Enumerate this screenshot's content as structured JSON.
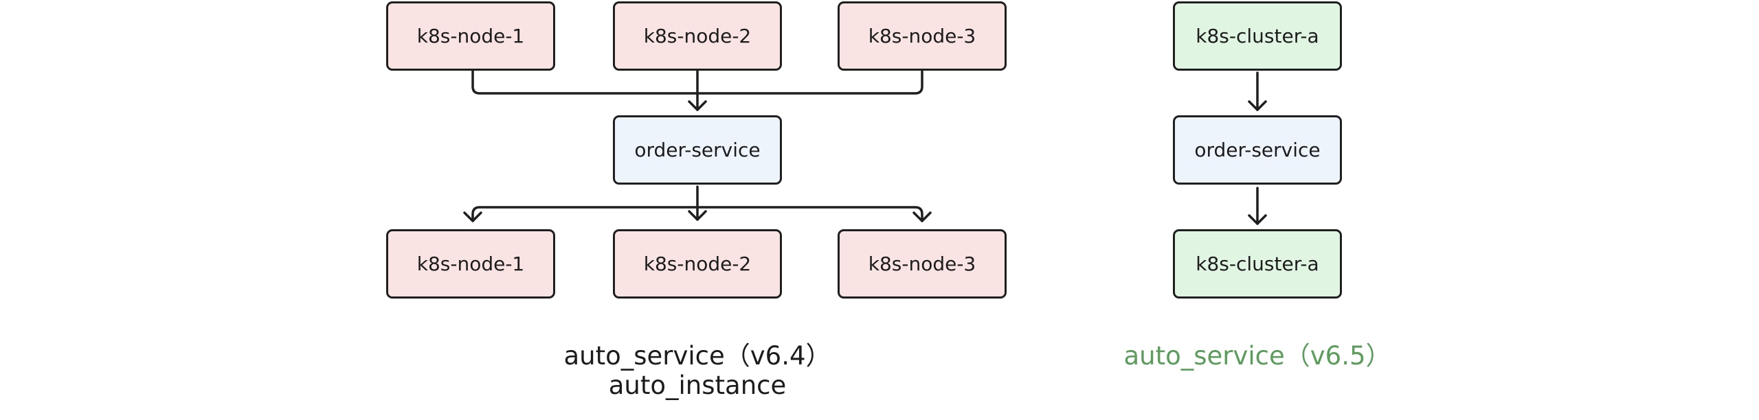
{
  "colors": {
    "node_fill": "#fae3e3",
    "service_fill": "#eef4fc",
    "cluster_fill": "#e1f5e3",
    "border": "#1f1f1f",
    "edge": "#1f1f1f",
    "caption_dark": "#1c1c1c",
    "caption_green": "#5c9c5c"
  },
  "left_diagram": {
    "top_nodes": [
      "k8s-node-1",
      "k8s-node-2",
      "k8s-node-3"
    ],
    "center_node": "order-service",
    "bottom_nodes": [
      "k8s-node-1",
      "k8s-node-2",
      "k8s-node-3"
    ],
    "caption_line1": "auto_service（v6.4）",
    "caption_line2": "auto_instance"
  },
  "right_diagram": {
    "top_node": "k8s-cluster-a",
    "center_node": "order-service",
    "bottom_node": "k8s-cluster-a",
    "caption": "auto_service（v6.5）"
  }
}
